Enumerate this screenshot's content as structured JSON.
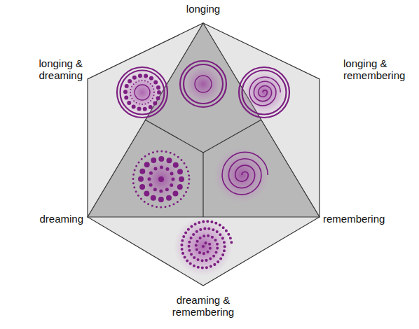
{
  "diagram": {
    "labels": [
      "longing",
      "longing & dreaming",
      "longing & remembering",
      "dreaming",
      "remembering",
      "dreaming & remembering"
    ]
  }
}
